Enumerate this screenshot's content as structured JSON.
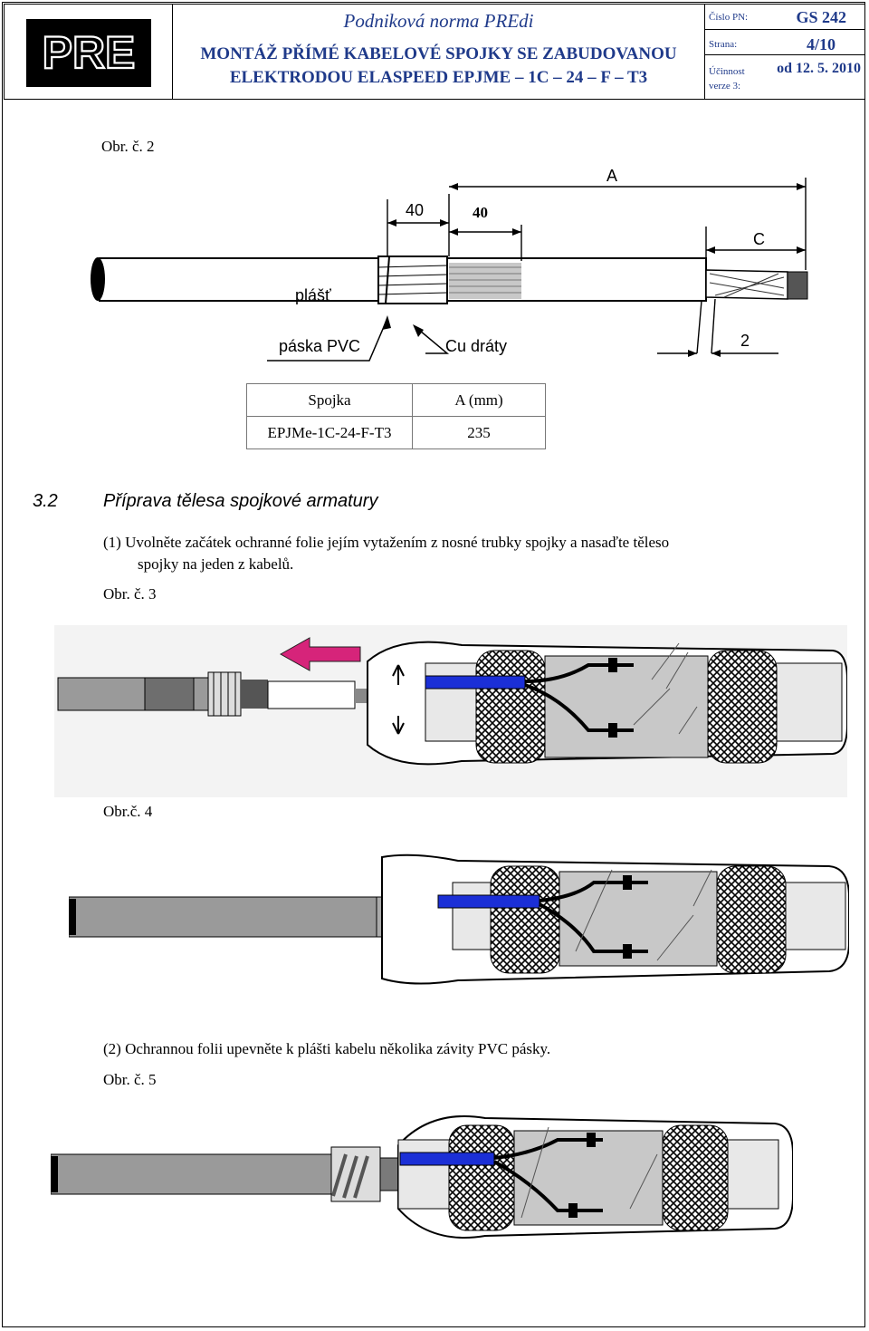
{
  "header": {
    "logo_text": "PRE",
    "norm": "Podniková norma PREdi",
    "title_line1": "MONTÁŽ PŘÍMÉ KABELOVÉ SPOJKY SE ZABUDOVANOU",
    "title_line2": "ELEKTRODOU ELASPEED EPJME – 1C – 24 – F – T3",
    "pn_label": "Číslo PN:",
    "pn_value": "GS 242",
    "page_label": "Strana:",
    "page_value": "4/10",
    "valid_label": "Účinnost",
    "valid_value": "od 12. 5. 2010",
    "version_label": "verze 3:"
  },
  "fig2": {
    "caption": "Obr. č. 2",
    "dim_40a": "40",
    "dim_40b": "40",
    "dim_A": "A",
    "dim_C": "C",
    "dim_2": "2",
    "lbl_plast": "plášť",
    "lbl_paska": "páska PVC",
    "lbl_cu": "Cu dráty"
  },
  "table": {
    "headers": [
      "Spojka",
      "A (mm)"
    ],
    "rows": [
      [
        "EPJMe-1C-24-F-T3",
        "235"
      ]
    ]
  },
  "section": {
    "number": "3.2",
    "title": "Příprava tělesa spojkové armatury"
  },
  "step1": {
    "line1": "(1) Uvolněte začátek ochranné folie jejím vytažením z nosné trubky spojky a nasaďte těleso",
    "line2": "spojky na jeden z kabelů."
  },
  "fig3": {
    "caption": "Obr. č. 3"
  },
  "fig4": {
    "caption": "Obr.č. 4"
  },
  "step2": {
    "text": "(2)  Ochrannou folii upevněte k plášti kabelu několika závity PVC pásky."
  },
  "fig5": {
    "caption": "Obr. č. 5"
  },
  "colors": {
    "header_blue": "#1f3a8a",
    "arrow_magenta": "#d6247a",
    "core_blue": "#1b2fd6"
  }
}
